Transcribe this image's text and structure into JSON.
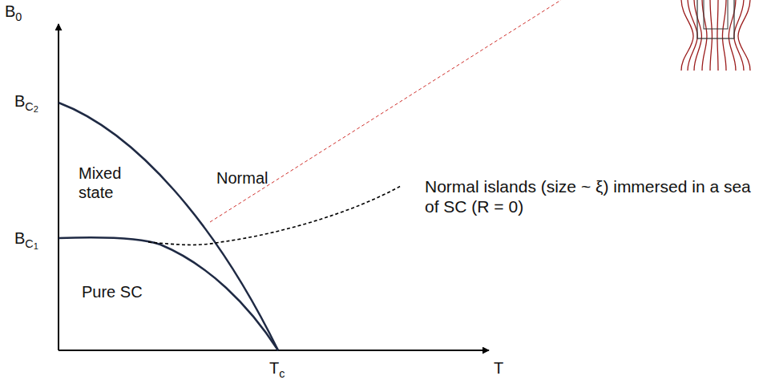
{
  "diagram": {
    "labels": [
      "B0",
      "BC2",
      "BC1",
      "Mixed state",
      "Normal",
      "Pure SC",
      "Tc",
      "T",
      "Normal islands (size ~ ξ) immersed in a sea of SC (R = 0)"
    ]
  }
}
